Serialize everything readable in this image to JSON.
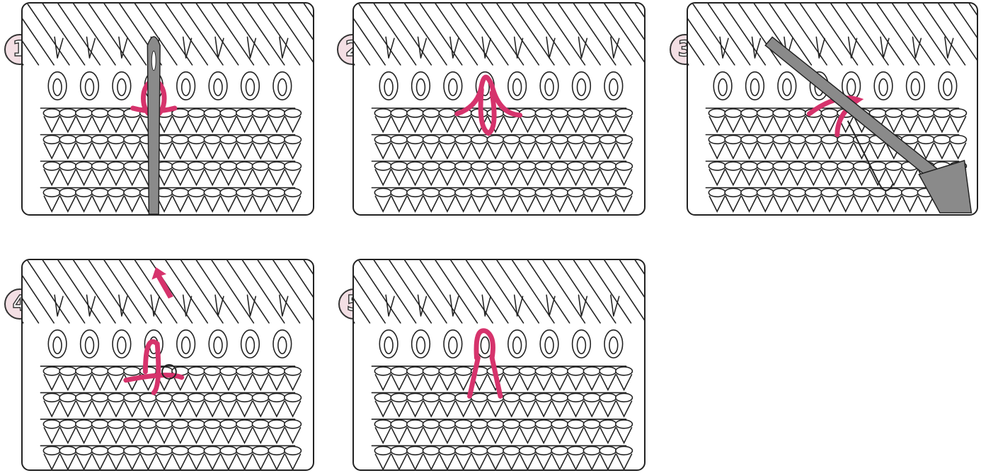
{
  "colors": {
    "yarn": "#d6336c",
    "ink": "#222222",
    "needle": "#8a8a8a",
    "badge": "#f3dfe4"
  },
  "steps": [
    {
      "number": "1",
      "tool": "needle"
    },
    {
      "number": "2",
      "tool": "none"
    },
    {
      "number": "3",
      "tool": "crochet-hook"
    },
    {
      "number": "4",
      "tool": "arrow-up"
    },
    {
      "number": "5",
      "tool": "none"
    }
  ]
}
